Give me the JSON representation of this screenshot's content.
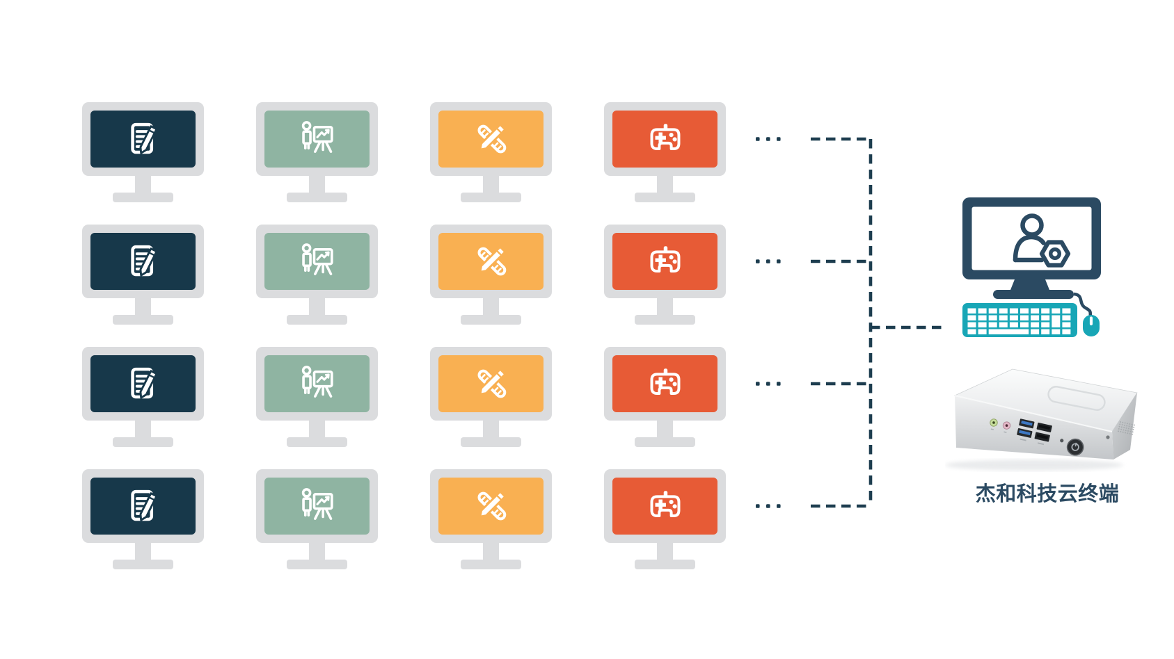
{
  "diagram": {
    "description_note": "cloud terminal fan-out diagram",
    "background": "#ffffff"
  },
  "workstation_grid": {
    "rows": 4,
    "ellipsis": "...",
    "columns": [
      {
        "id": "office",
        "icon": "document-edit-icon",
        "screen_color": "#17384a"
      },
      {
        "id": "presentation",
        "icon": "presentation-chart-icon",
        "screen_color": "#8fb4a2"
      },
      {
        "id": "design",
        "icon": "ruler-pencil-icon",
        "screen_color": "#f9b052"
      },
      {
        "id": "gaming",
        "icon": "gamepad-icon",
        "screen_color": "#e75b36"
      }
    ]
  },
  "admin_computer": {
    "icon": "user-gear-icon",
    "monitor_color": "#2b4a62",
    "keyboard_color": "#18a6b6",
    "mouse_color": "#18a6b6"
  },
  "connections": {
    "line_color": "#1d3d4f",
    "style": "dashed"
  },
  "terminal": {
    "label": "杰和科技云终端",
    "label_color": "#2b4a62"
  },
  "palette": {
    "bezel_grey": "#dbdcde",
    "dark_teal": "#17384a",
    "sage_green": "#8fb4a2",
    "orange": "#f9b052",
    "vermilion": "#e75b36",
    "navy": "#2b4a62",
    "teal": "#18a6b6",
    "dash_navy": "#1d3d4f"
  }
}
